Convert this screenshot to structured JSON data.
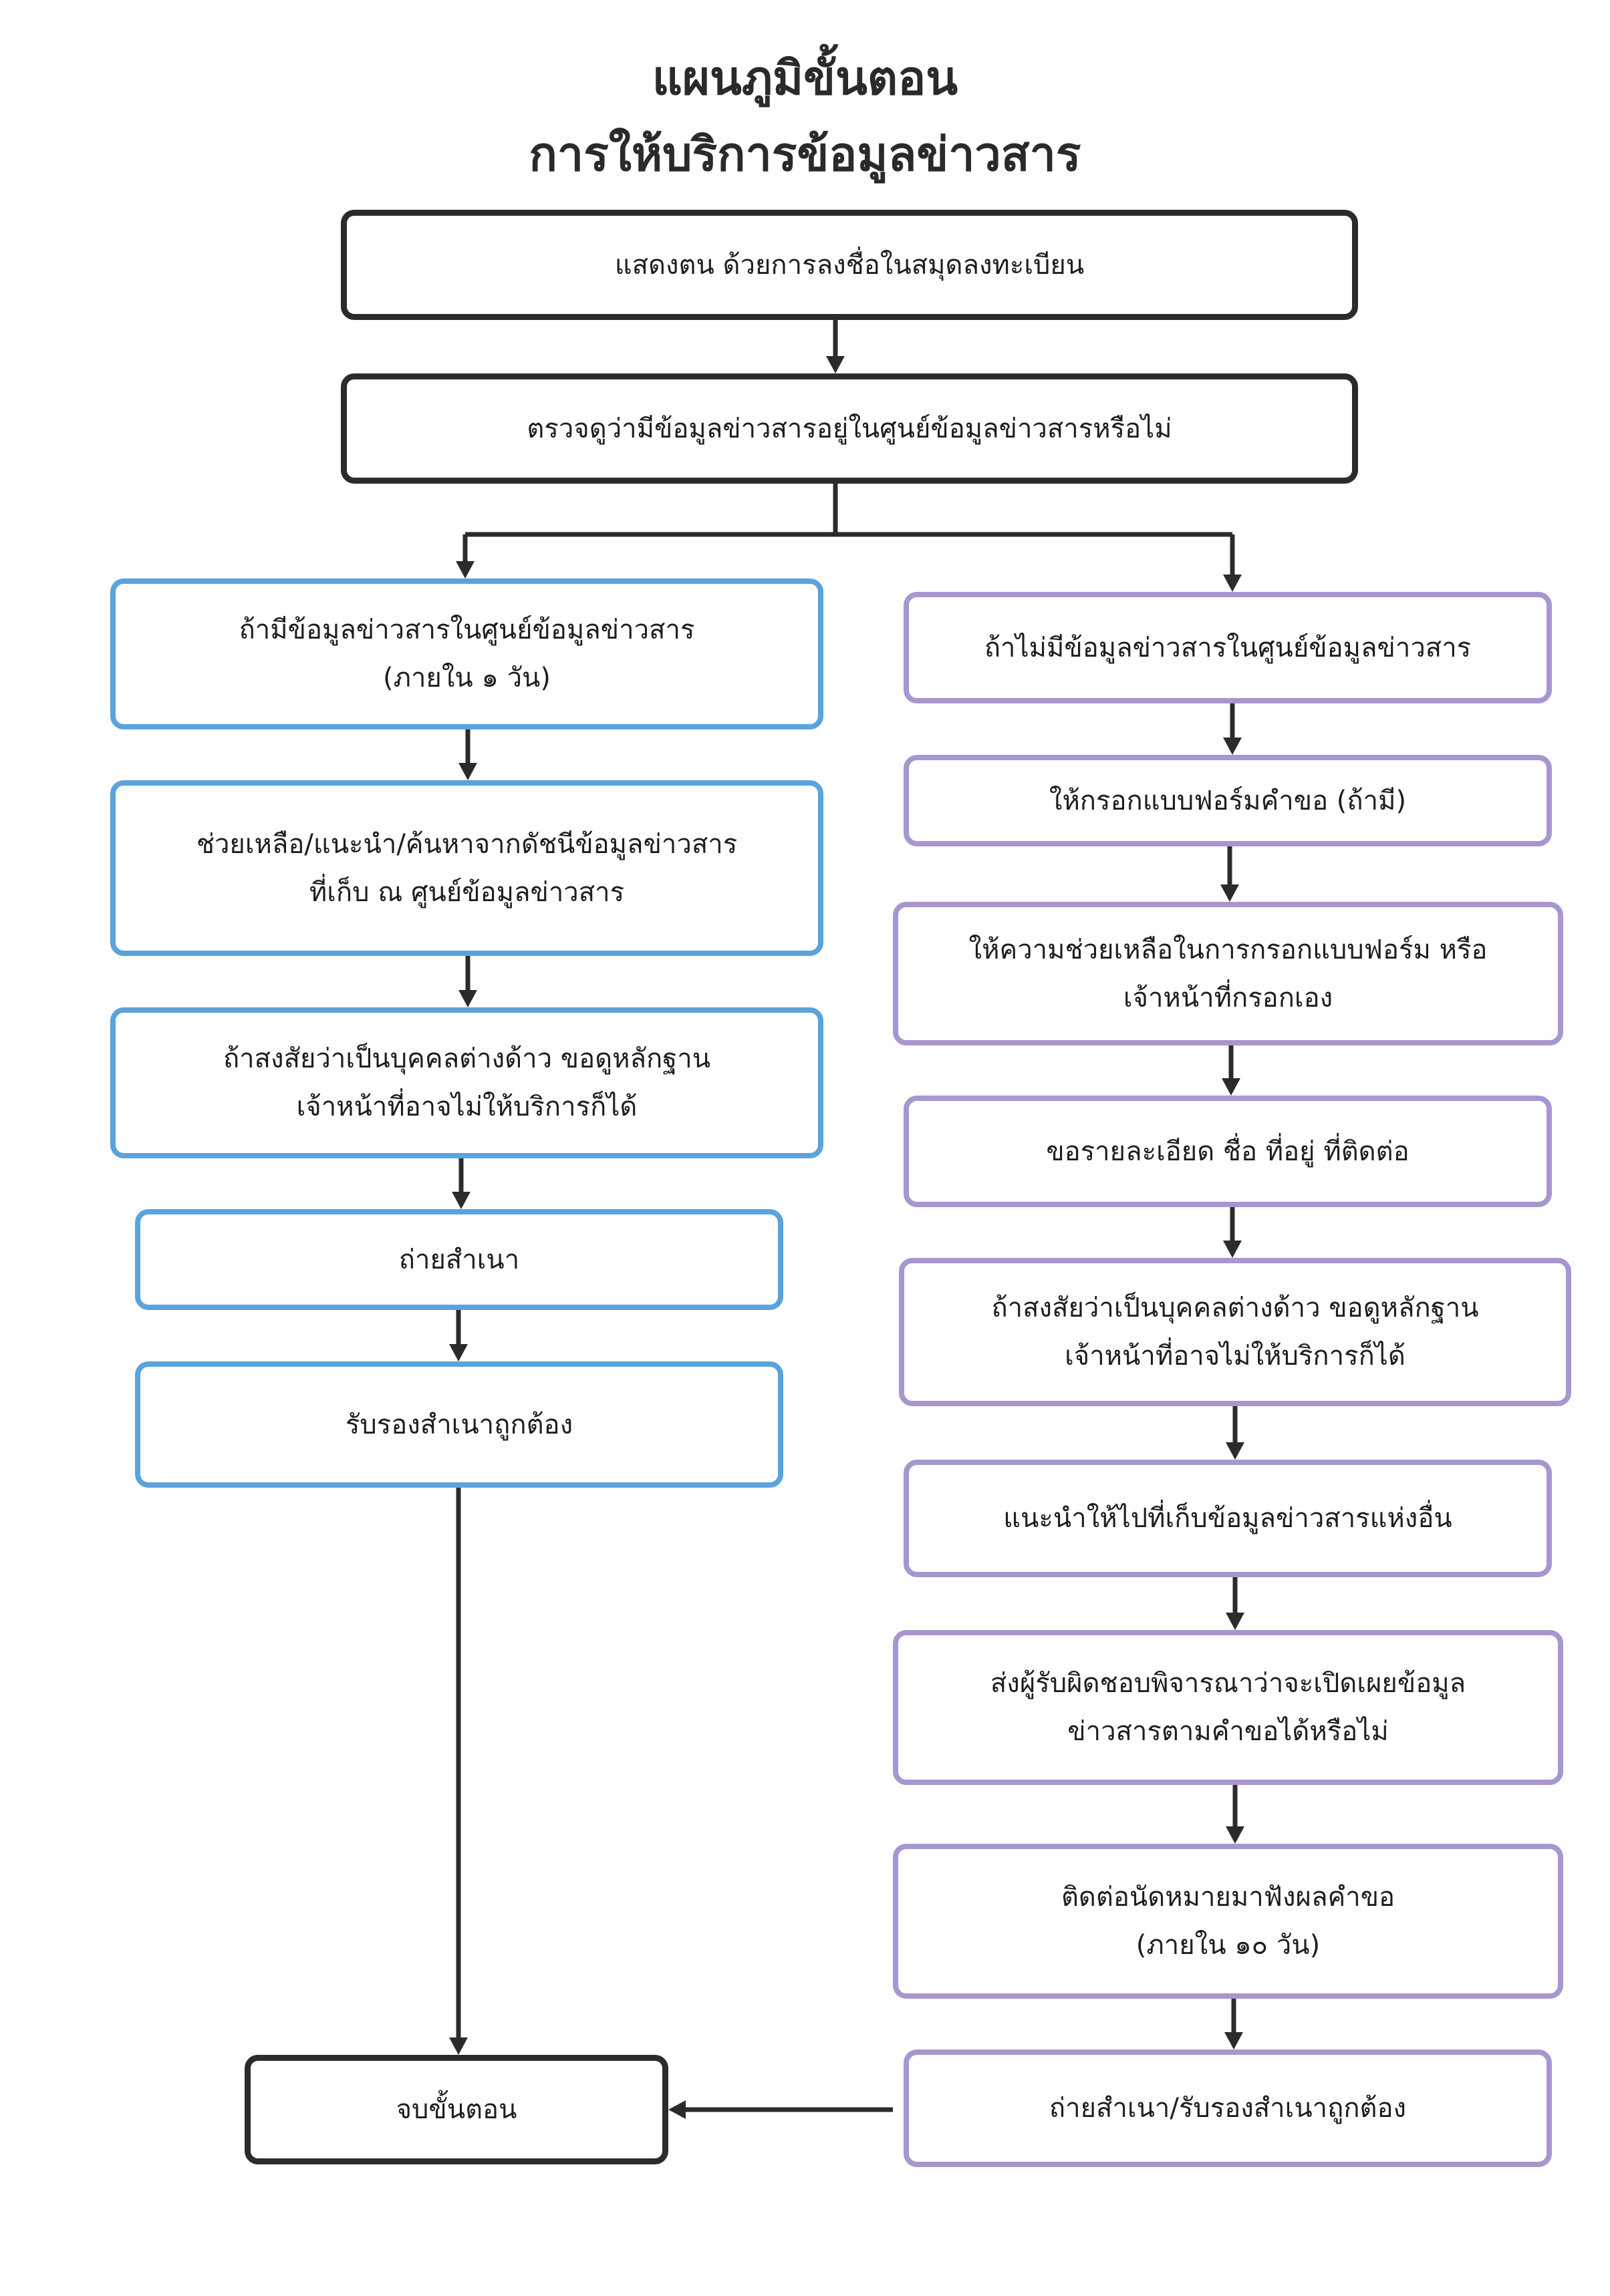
{
  "title": {
    "line1": "แผนภูมิขั้นตอน",
    "line2": "การให้บริการข้อมูลข่าวสาร"
  },
  "flow": {
    "step_identify": "แสดงตน ด้วยการลงชื่อในสมุดลงทะเบียน",
    "step_check": "ตรวจดูว่ามีข้อมูลข่าวสารอยู่ในศูนย์ข้อมูลข่าวสารหรือไม่",
    "left": [
      [
        "ถ้ามีข้อมูลข่าวสารในศูนย์ข้อมูลข่าวสาร",
        "(ภายใน ๑ วัน)"
      ],
      [
        "ช่วยเหลือ/แนะนำ/ค้นหาจากดัชนีข้อมูลข่าวสาร",
        "ที่เก็บ ณ ศูนย์ข้อมูลข่าวสาร"
      ],
      [
        "ถ้าสงสัยว่าเป็นบุคคลต่างด้าว ขอดูหลักฐาน",
        "เจ้าหน้าที่อาจไม่ให้บริการก็ได้"
      ],
      [
        "ถ่ายสำเนา"
      ],
      [
        "รับรองสำเนาถูกต้อง"
      ]
    ],
    "right": [
      [
        "ถ้าไม่มีข้อมูลข่าวสารในศูนย์ข้อมูลข่าวสาร"
      ],
      [
        "ให้กรอกแบบฟอร์มคำขอ (ถ้ามี)"
      ],
      [
        "ให้ความช่วยเหลือในการกรอกแบบฟอร์ม หรือ",
        "เจ้าหน้าที่กรอกเอง"
      ],
      [
        "ขอรายละเอียด ชื่อ ที่อยู่ ที่ติดต่อ"
      ],
      [
        "ถ้าสงสัยว่าเป็นบุคคลต่างด้าว ขอดูหลักฐาน",
        "เจ้าหน้าที่อาจไม่ให้บริการก็ได้"
      ],
      [
        "แนะนำให้ไปที่เก็บข้อมูลข่าวสารแห่งอื่น"
      ],
      [
        "ส่งผู้รับผิดชอบพิจารณาว่าจะเปิดเผยข้อมูล",
        "ข่าวสารตามคำขอได้หรือไม่"
      ],
      [
        "ติดต่อนัดหมายมาฟังผลคำขอ",
        "(ภายใน ๑๐ วัน)"
      ],
      [
        "ถ่ายสำเนา/รับรองสำเนาถูกต้อง"
      ]
    ],
    "end": "จบขั้นตอน"
  },
  "colors": {
    "dark_border": "#2b2b2b",
    "left_border": "#5aa3dc",
    "right_border": "#a796cf",
    "arrow": "#2b2b2b"
  }
}
